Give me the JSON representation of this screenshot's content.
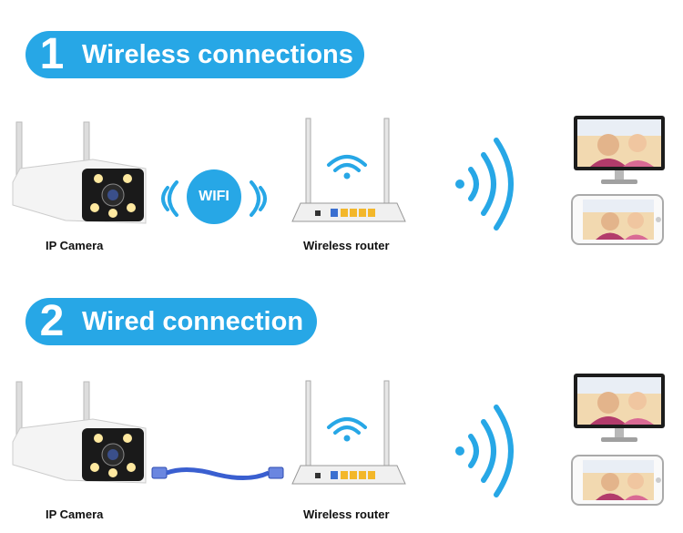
{
  "sections": [
    {
      "number": "1",
      "title": "Wireless connections",
      "badge": "WIFI",
      "camera_label": "IP Camera",
      "router_label": "Wireless router"
    },
    {
      "number": "2",
      "title": "Wired connection",
      "camera_label": "IP Camera",
      "router_label": "Wireless router"
    }
  ],
  "colors": {
    "accent": "#27a7e6",
    "cable": "#3a5fd0"
  }
}
